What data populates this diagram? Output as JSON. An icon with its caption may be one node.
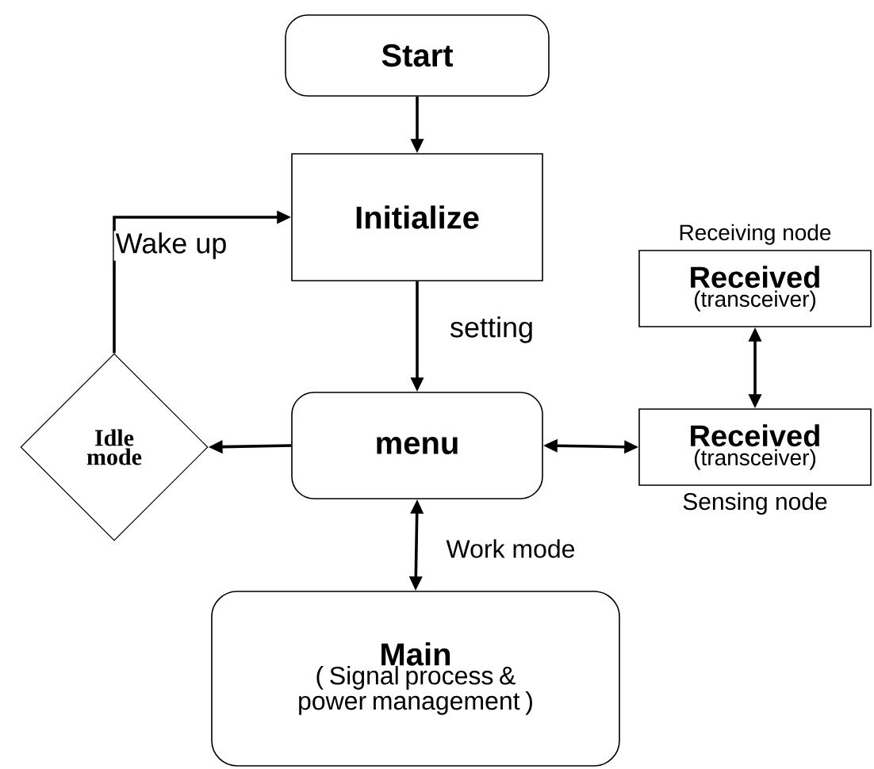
{
  "diagram": {
    "nodes": [
      {
        "text": [
          "Start"
        ]
      },
      {
        "text": [
          "Initialize"
        ]
      },
      {
        "text": [
          "menu"
        ]
      },
      {
        "text": [
          "Idle mode"
        ]
      },
      {
        "text": [
          "Received",
          "(transceiver)"
        ],
        "beside": [
          "Receiving node"
        ]
      },
      {
        "text": [
          "Received",
          "(transceiver)"
        ],
        "beside": [
          "Sensing node"
        ]
      },
      {
        "text": [
          "Main",
          "( Signal process & power management )"
        ]
      }
    ],
    "edges": [
      {
        "from": 0,
        "to": 1,
        "arrow": "to"
      },
      {
        "from": 1,
        "to": 2,
        "arrow": "to",
        "label": "setting"
      },
      {
        "from": 2,
        "to": 3,
        "arrow": "to"
      },
      {
        "from": 3,
        "to": 1,
        "arrow": "to",
        "label": "Wake up"
      },
      {
        "from": 2,
        "to": 5,
        "arrow": "both"
      },
      {
        "from": 4,
        "to": 5,
        "arrow": "both"
      },
      {
        "from": 2,
        "to": 6,
        "arrow": "both",
        "label": "Work mode"
      }
    ]
  }
}
